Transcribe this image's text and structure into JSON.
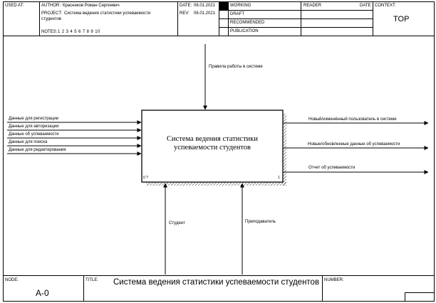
{
  "header": {
    "used_at_label": "USED AT:",
    "author_label": "AUTHOR:",
    "author_value": "Красников Роман Сергеевич",
    "project_label": "PROJECT:",
    "project_value_line1": "Система ведения статистики успеваемости",
    "project_value_line2": "студентов",
    "notes_label": "NOTES:",
    "notes_value": "1 2 3 4 5 6 7 8 9 10",
    "date_label": "DATE:",
    "date_value": "06.01.2021",
    "rev_label": "REV:",
    "rev_value": "06.01.2021",
    "status_items": [
      "WORKING",
      "DRAFT",
      "RECOMMENDED",
      "PUBLICATION"
    ],
    "reader_label": "READER",
    "reader_date_label": "DATE",
    "context_label": "CONTEXT:",
    "context_value": "TOP"
  },
  "diagram": {
    "box_title_line1": "Система ведения статистики",
    "box_title_line2": "успеваемости студентов",
    "box_number": "0 ?",
    "box_corner_mark": "1",
    "control": "Правила работы в системе",
    "inputs": [
      "Данные для регистрации",
      "Данные для авторизации",
      "Данные об успеваемости",
      "Данные для поиска",
      "Данные для редактирования"
    ],
    "outputs": [
      "Новый/изменённый пользователь в системе",
      "Новые/обновленные данные об успеваемости",
      "Отчет об успеваемости"
    ],
    "mechanisms": [
      "Студент",
      "Преподаватель"
    ]
  },
  "footer": {
    "node_label": "NODE:",
    "node_value": "A-0",
    "title_label": "TITLE:",
    "title_value": "Система ведения статистики  успеваемости студентов",
    "number_label": "NUMBER:"
  }
}
